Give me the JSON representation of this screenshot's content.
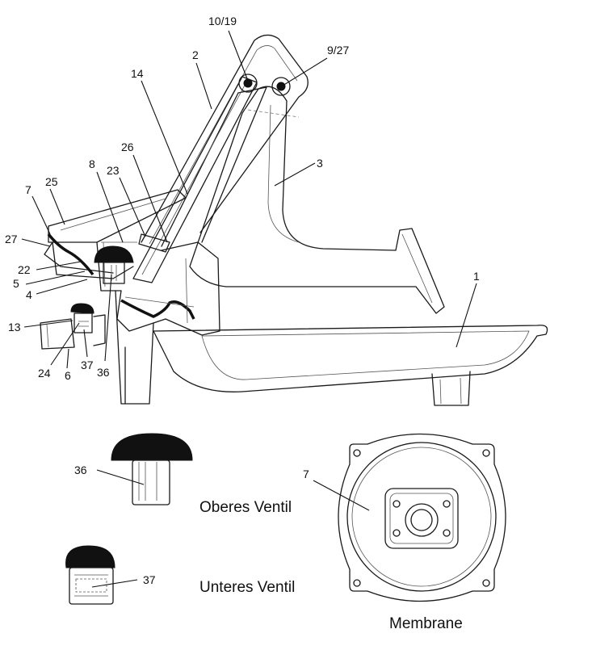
{
  "labels": {
    "p10_19": "10/19",
    "p9_27": "9/27",
    "p2": "2",
    "p14": "14",
    "p26": "26",
    "p3": "3",
    "p8": "8",
    "p23": "23",
    "p25": "25",
    "p7": "7",
    "p27": "27",
    "p22": "22",
    "p5": "5",
    "p4": "4",
    "p1": "1",
    "p13": "13",
    "p24": "24",
    "p6": "6",
    "p37": "37",
    "p36": "36",
    "detail36": "36",
    "detail37": "37",
    "detail7": "7"
  },
  "captions": {
    "upper_valve": "Oberes Ventil",
    "lower_valve": "Unteres Ventil",
    "membrane": "Membrane"
  },
  "colors": {
    "line": "#1a1a1a",
    "fill_dark": "#111111",
    "background": "#ffffff"
  }
}
